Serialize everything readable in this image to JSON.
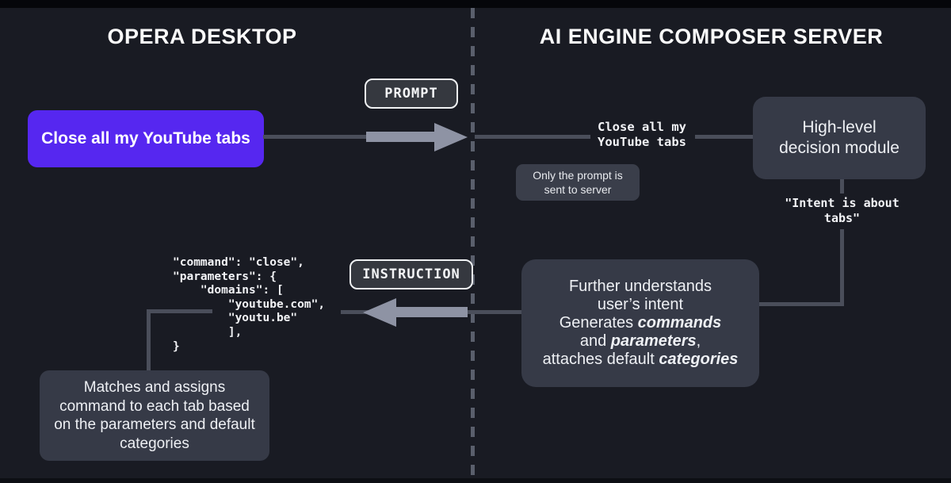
{
  "headings": {
    "left": "OPERA DESKTOP",
    "right": "AI ENGINE COMPOSER SERVER"
  },
  "labels": {
    "prompt": "PROMPT",
    "instruction": "INSTRUCTION"
  },
  "left_side": {
    "user_prompt": "Close all my YouTube tabs",
    "code_lines": [
      "\"command\": \"close\",",
      "\"parameters\": {",
      "    \"domains\": [",
      "        \"youtube.com\",",
      "        \"youtu.be\"",
      "        ],",
      "}"
    ],
    "matches_box": {
      "line1": "Matches and assigns",
      "line2": "command to each tab based",
      "line3": "on the parameters and default",
      "line4": "categories"
    }
  },
  "right_side": {
    "prompt_echo": {
      "line1": "Close all my",
      "line2": "YouTube tabs"
    },
    "note": {
      "line1": "Only the prompt is",
      "line2": "sent to server"
    },
    "decision_box": {
      "line1": "High-level",
      "line2": "decision module"
    },
    "intent": {
      "line1": "\"Intent is about",
      "line2": "tabs\""
    },
    "further_box": {
      "line1": "Further understands",
      "line2": "user’s intent",
      "line3_prefix": "Generates ",
      "line3_em": "commands",
      "line4_prefix": "and ",
      "line4_em": "parameters",
      "line4_suffix": ",",
      "line5_prefix": "attaches default ",
      "line5_em": "categories"
    }
  },
  "colors": {
    "accent_purple": "#5627f0",
    "background": "#191b23",
    "panel_background": "#363a47",
    "arrow_light": "#8e93a4",
    "connector_gray": "#4a4e5a"
  }
}
